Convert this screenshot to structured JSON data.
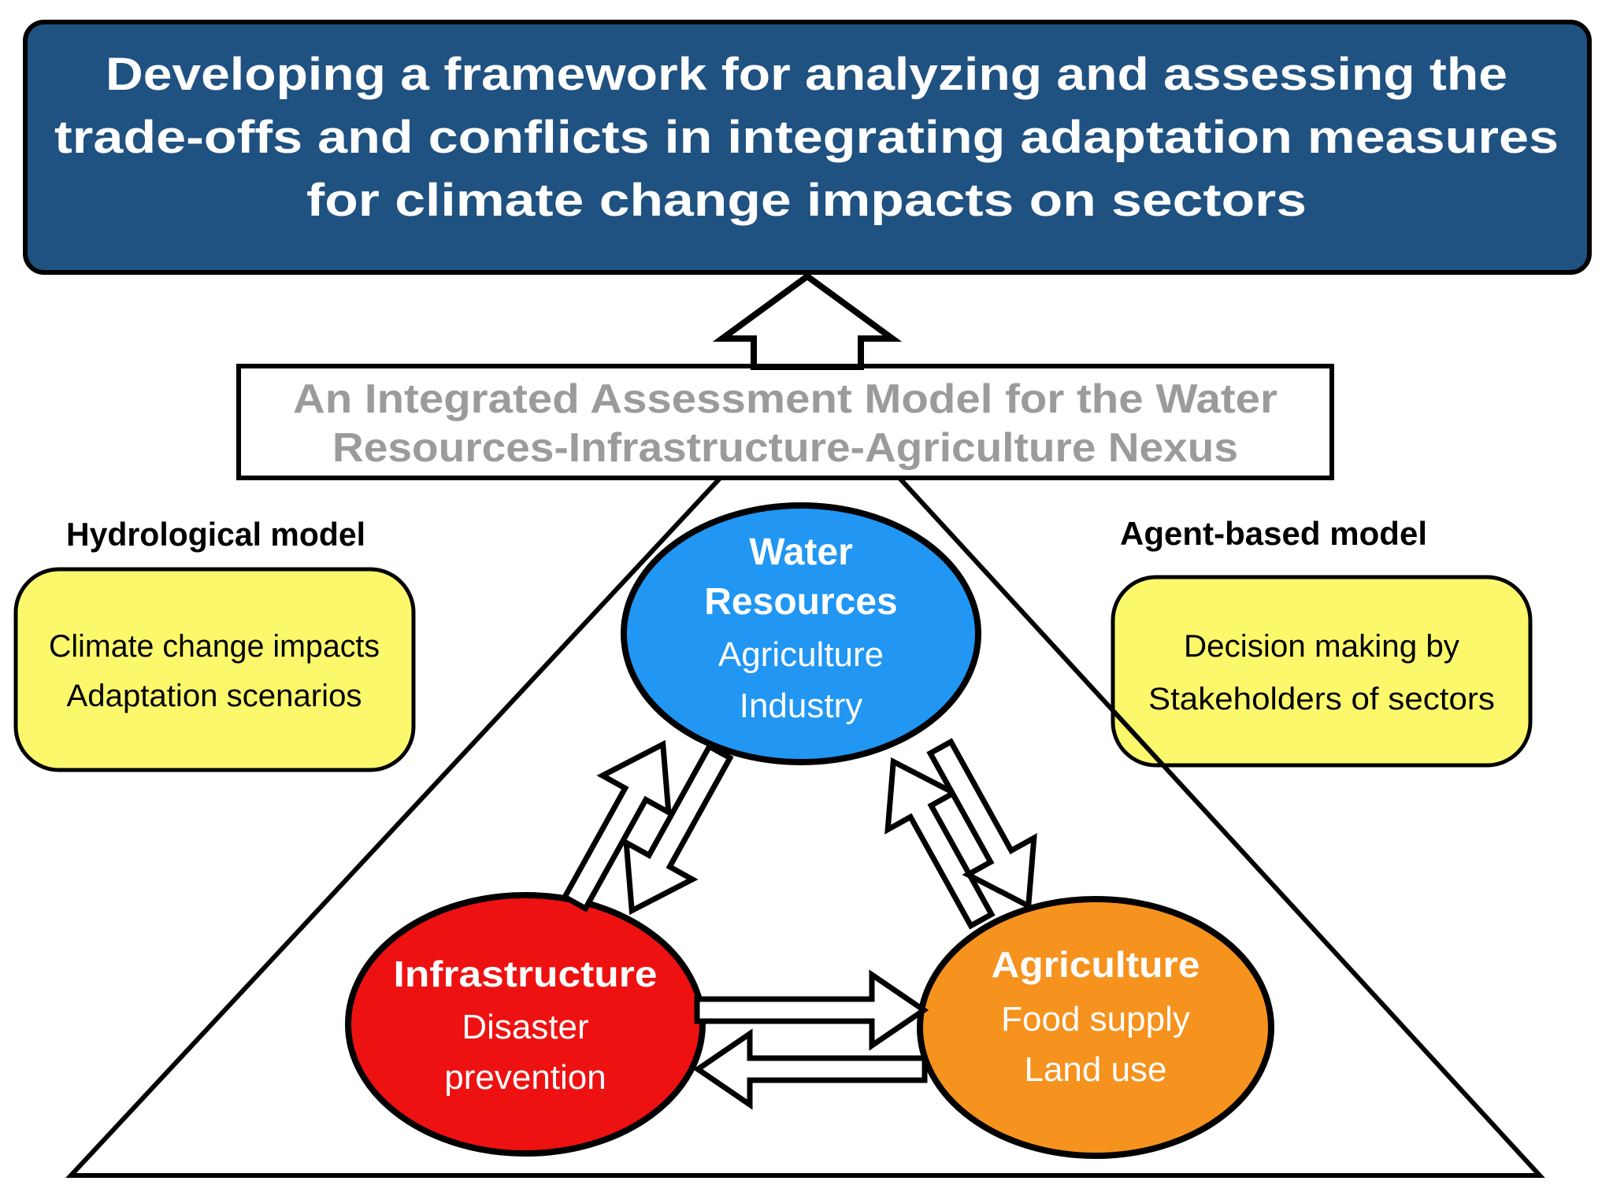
{
  "title": {
    "line1": "Developing a framework for analyzing and assessing the",
    "line2": "trade-offs and conflicts in integrating adaptation measures",
    "line3": "for climate change impacts on sectors"
  },
  "model_box": {
    "line1": "An Integrated Assessment Model for the Water",
    "line2": "Resources-Infrastructure-Agriculture Nexus"
  },
  "left_label": "Hydrological model",
  "right_label": "Agent-based model",
  "left_box": {
    "line1": "Climate change impacts",
    "line2": "Adaptation scenarios"
  },
  "right_box": {
    "line1": "Decision making by",
    "line2": "Stakeholders of sectors"
  },
  "nodes": {
    "water": {
      "title1": "Water",
      "title2": "Resources",
      "sub1": "Agriculture",
      "sub2": "Industry",
      "color": "#2196F3"
    },
    "infrastructure": {
      "title": "Infrastructure",
      "sub1": "Disaster",
      "sub2": "prevention",
      "color": "#EE1111"
    },
    "agriculture": {
      "title": "Agriculture",
      "sub1": "Food supply",
      "sub2": "Land use",
      "color": "#F6921E"
    }
  },
  "connections": [
    {
      "from": "Water Resources",
      "to": "Infrastructure",
      "bidirectional": true
    },
    {
      "from": "Water Resources",
      "to": "Agriculture",
      "bidirectional": true
    },
    {
      "from": "Infrastructure",
      "to": "Agriculture",
      "bidirectional": true
    }
  ],
  "colors": {
    "title_bg": "#1F5181",
    "highlight_yellow": "#FBF96B",
    "model_text": "#9B9B9B",
    "outline": "#000000"
  }
}
